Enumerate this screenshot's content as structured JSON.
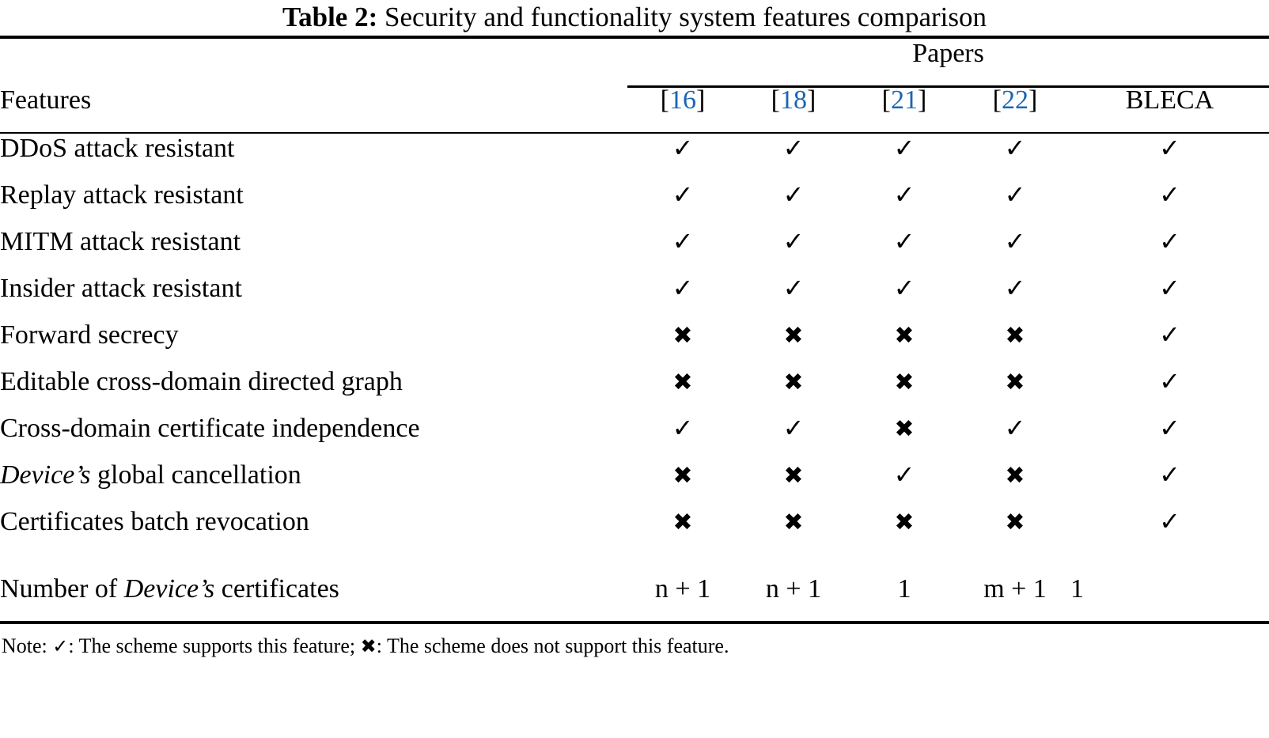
{
  "caption": {
    "label": "Table 2:",
    "text": "Security and functionality system features comparison"
  },
  "header": {
    "features_label": "Features",
    "papers_group": "Papers",
    "columns": [
      {
        "open": "[",
        "num": "16",
        "close": "]",
        "plain": ""
      },
      {
        "open": "[",
        "num": "18",
        "close": "]",
        "plain": ""
      },
      {
        "open": "[",
        "num": "21",
        "close": "]",
        "plain": ""
      },
      {
        "open": "[",
        "num": "22",
        "close": "]",
        "plain": ""
      },
      {
        "open": "",
        "num": "",
        "close": "",
        "plain": "BLECA"
      }
    ]
  },
  "glyphs": {
    "check": "✓",
    "cross": "✖"
  },
  "colors": {
    "citation_blue": "#1a66b2",
    "text_black": "#000000",
    "background": "#ffffff"
  },
  "rows": [
    {
      "feature_pre": "DDoS attack resistant",
      "feature_it": "",
      "feature_post": "",
      "values": [
        "check",
        "check",
        "check",
        "check",
        "check"
      ]
    },
    {
      "feature_pre": "Replay attack resistant",
      "feature_it": "",
      "feature_post": "",
      "values": [
        "check",
        "check",
        "check",
        "check",
        "check"
      ]
    },
    {
      "feature_pre": "MITM attack resistant",
      "feature_it": "",
      "feature_post": "",
      "values": [
        "check",
        "check",
        "check",
        "check",
        "check"
      ]
    },
    {
      "feature_pre": "Insider attack resistant",
      "feature_it": "",
      "feature_post": "",
      "values": [
        "check",
        "check",
        "check",
        "check",
        "check"
      ]
    },
    {
      "feature_pre": "Forward secrecy",
      "feature_it": "",
      "feature_post": "",
      "values": [
        "cross",
        "cross",
        "cross",
        "cross",
        "check"
      ]
    },
    {
      "feature_pre": "Editable cross-domain directed graph",
      "feature_it": "",
      "feature_post": "",
      "values": [
        "cross",
        "cross",
        "cross",
        "cross",
        "check"
      ]
    },
    {
      "feature_pre": "Cross-domain certificate independence",
      "feature_it": "",
      "feature_post": "",
      "values": [
        "check",
        "check",
        "cross",
        "check",
        "check"
      ]
    },
    {
      "feature_pre": "",
      "feature_it": "Device’s",
      "feature_post": " global cancellation",
      "group_start": true,
      "values": [
        "cross",
        "cross",
        "check",
        "cross",
        "check"
      ]
    },
    {
      "feature_pre": "Certificates batch revocation",
      "feature_it": "",
      "feature_post": "",
      "values": [
        "cross",
        "cross",
        "cross",
        "cross",
        "check"
      ]
    }
  ],
  "last_row": {
    "feature_pre": "Number of ",
    "feature_it": "Device’s",
    "feature_post": " certificates",
    "values": [
      "n + 1",
      "n + 1",
      "1",
      "m + 1",
      "1"
    ]
  },
  "note": {
    "prefix": "Note: ",
    "check_glyph": "✓",
    "text_1": ": The scheme supports this feature; ",
    "cross_glyph": "✖",
    "text_2": ": The scheme does not support this feature."
  }
}
